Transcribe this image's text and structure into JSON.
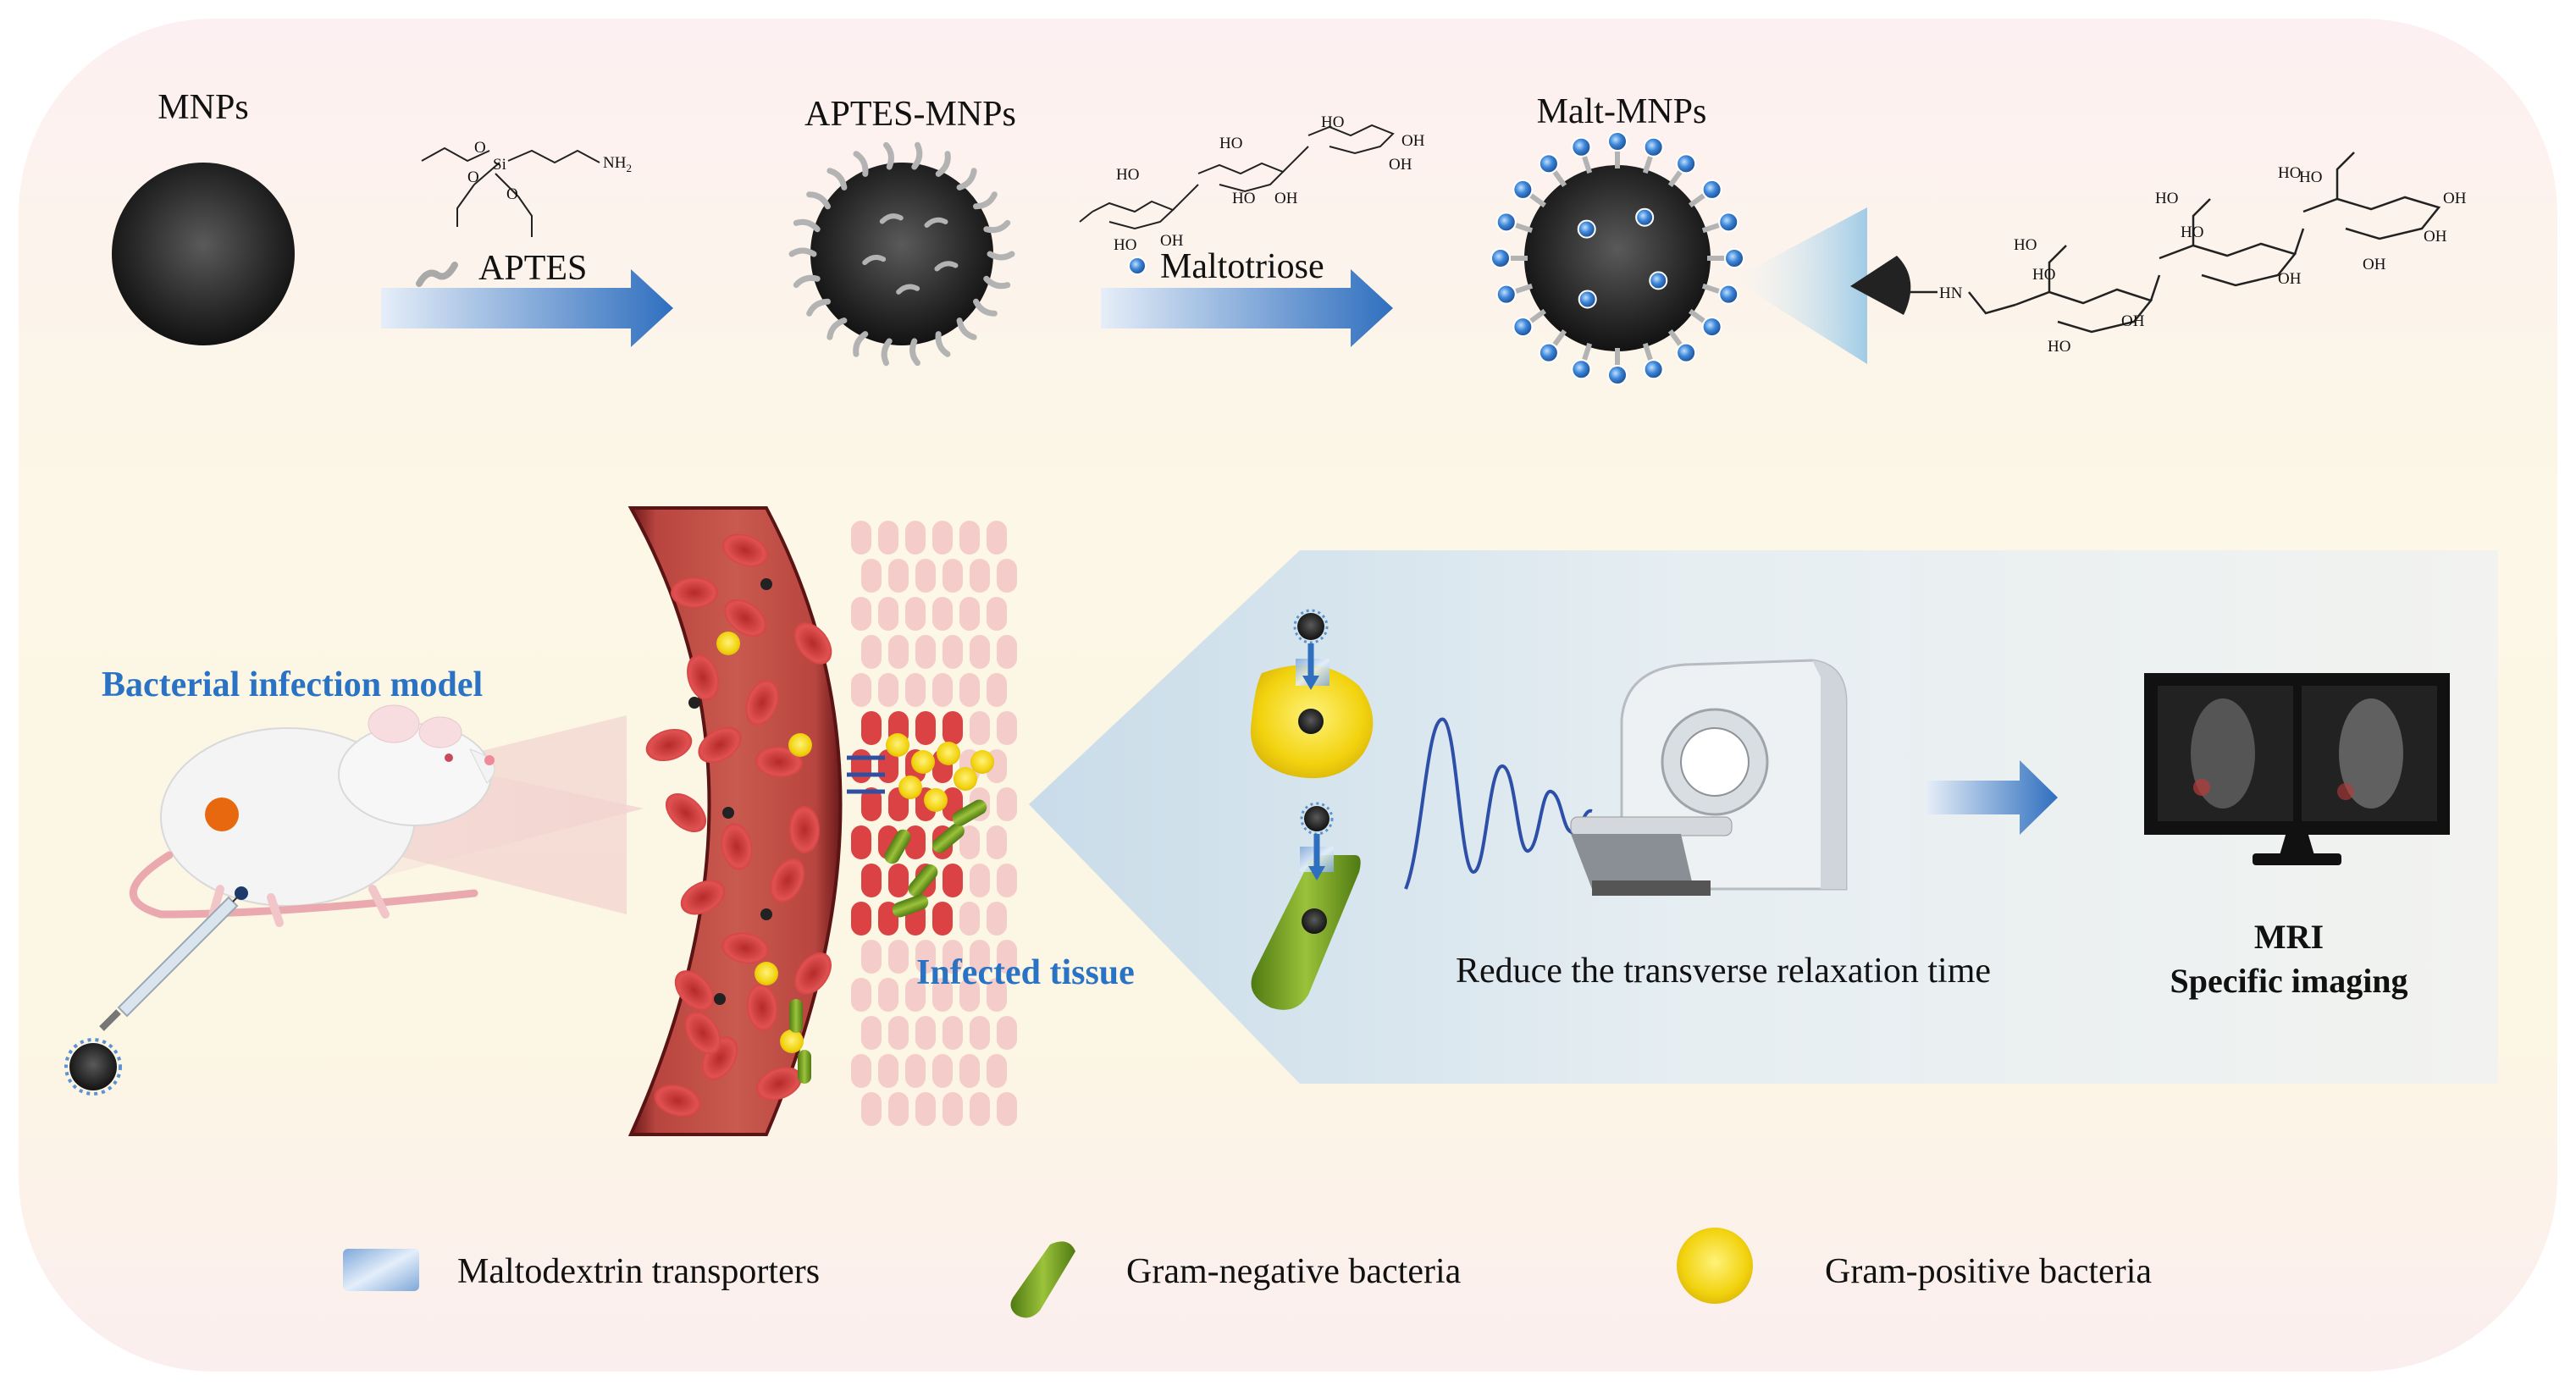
{
  "synthesis": {
    "mnps_label": "MNPs",
    "aptes_label": "APTES",
    "aptes_mnps_label": "APTES-MNPs",
    "maltotriose_label": "Maltotriose",
    "malt_mnps_label": "Malt-MNPs",
    "nh2": "NH",
    "nh2_sub": "2",
    "si": "Si",
    "o": "O",
    "hn": "HN",
    "ho": "HO",
    "oh": "OH"
  },
  "process": {
    "infection_model_label": "Bacterial infection model",
    "infected_tissue_label": "Infected tissue",
    "relaxation_label": "Reduce the transverse relaxation time",
    "mri_label": "MRI",
    "specific_imaging_label": "Specific imaging"
  },
  "legend": {
    "transporters": "Maltodextrin transporters",
    "gram_negative": "Gram-negative bacteria",
    "gram_positive": "Gram-positive bacteria"
  },
  "colors": {
    "accent_blue": "#2a73c4",
    "background_top": "#fdf1f1",
    "background_mid": "#fbf6e4",
    "particle": "#1c1c1c",
    "gram_negative": "#7aa51f",
    "gram_positive": "#f5d312",
    "blood": "#c43a3a"
  }
}
